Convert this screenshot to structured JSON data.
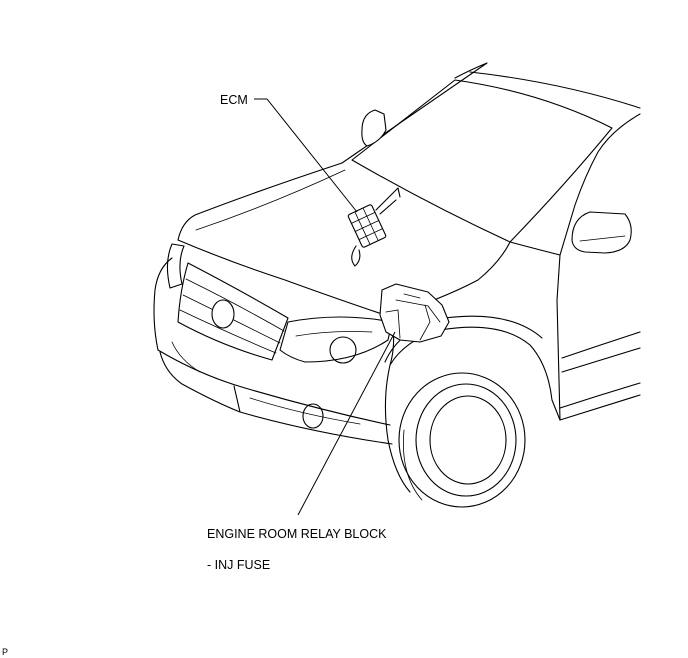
{
  "labels": {
    "ecm": "ECM",
    "relay_block": "ENGINE ROOM RELAY BLOCK",
    "fuse": "- INJ FUSE",
    "corner_mark": "P"
  },
  "colors": {
    "line": "#000000",
    "background": "#ffffff"
  }
}
